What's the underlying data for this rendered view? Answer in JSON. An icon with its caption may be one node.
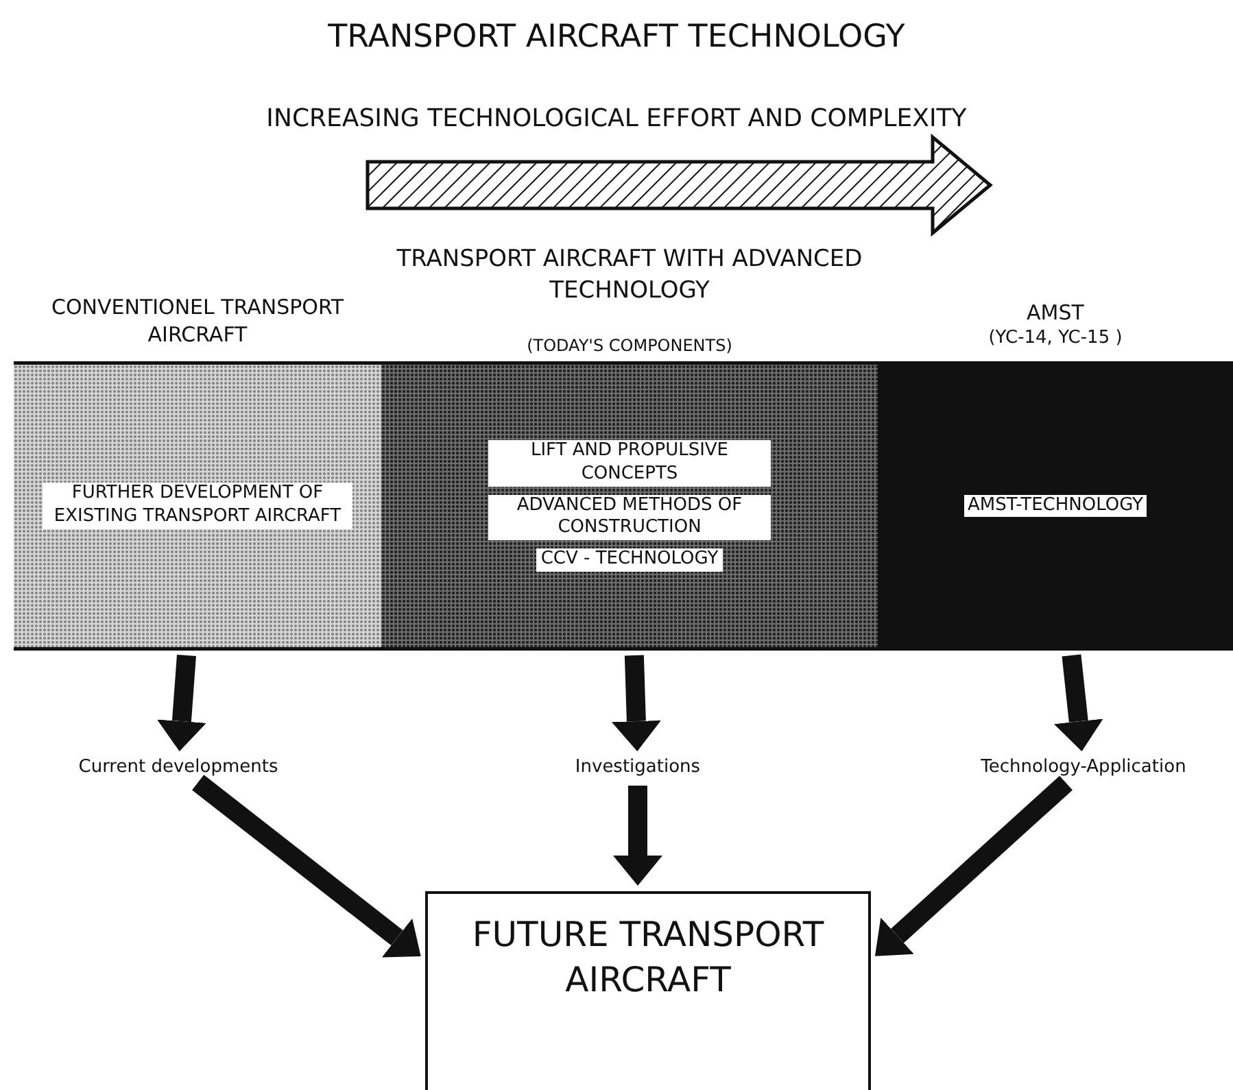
{
  "diagram": {
    "title": "TRANSPORT AIRCRAFT TECHNOLOGY",
    "nodes": [
      {
        "text": [
          "CONVENTIONEL TRANSPORT AIRCRAFT",
          "FURTHER DEVELOPMENT OF EXISTING TRANSPORT AIRCRAFT"
        ]
      },
      {
        "text": [
          "TRANSPORT AIRCRAFT WITH ADVANCED TECHNOLOGY",
          "(TODAY'S COMPONENTS)",
          "LIFT AND PROPULSIVE CONCEPTS",
          "ADVANCED METHODS OF CONSTRUCTION",
          "CCV - TECHNOLOGY"
        ]
      },
      {
        "text": [
          "AMST",
          "(YC-14, YC-15 )",
          "AMST-TECHNOLOGY"
        ]
      },
      {
        "text": [
          "Current developments"
        ]
      },
      {
        "text": [
          "Investigations"
        ]
      },
      {
        "text": [
          "Technology-Application"
        ]
      },
      {
        "text": [
          "FUTURE TRANSPORT AIRCRAFT"
        ]
      }
    ],
    "edges": [
      {
        "from": 0,
        "to": 3,
        "arrow": "to"
      },
      {
        "from": 1,
        "to": 4,
        "arrow": "to"
      },
      {
        "from": 2,
        "to": 5,
        "arrow": "to"
      },
      {
        "from": 3,
        "to": 6,
        "arrow": "to"
      },
      {
        "from": 4,
        "to": 6,
        "arrow": "to"
      },
      {
        "from": 5,
        "to": 6,
        "arrow": "to"
      }
    ],
    "labels": [
      "INCREASING TECHNOLOGICAL EFFORT AND COMPLEXITY"
    ]
  }
}
